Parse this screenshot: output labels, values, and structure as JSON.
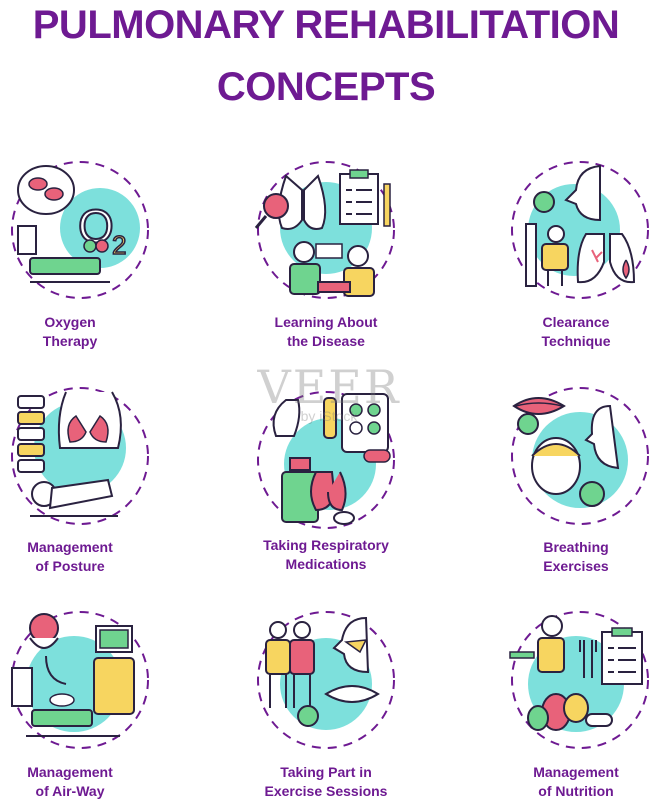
{
  "title": {
    "line1": "PULMONARY REHABILITATION",
    "line2": "CONCEPTS"
  },
  "watermark": {
    "main": "VEER",
    "sub": "by iStock"
  },
  "colors": {
    "purple": "#6e1a92",
    "teal": "#7de0dc",
    "pink": "#e8627a",
    "yellow": "#f7d560",
    "green": "#6fd48f",
    "stroke": "#2a2240"
  },
  "concepts": [
    {
      "line1": "Oxygen",
      "line2": "Therapy",
      "icon": "oxygen-therapy-icon"
    },
    {
      "line1": "Learning About",
      "line2": "the Disease",
      "icon": "learning-disease-icon"
    },
    {
      "line1": "Clearance",
      "line2": "Technique",
      "icon": "clearance-technique-icon"
    },
    {
      "line1": "Management",
      "line2": "of Posture",
      "icon": "posture-icon"
    },
    {
      "line1": "Taking Respiratory",
      "line2": "Medications",
      "icon": "medications-icon"
    },
    {
      "line1": "Breathing",
      "line2": "Exercises",
      "icon": "breathing-icon"
    },
    {
      "line1": "Management",
      "line2": "of Air-Way",
      "icon": "airway-icon"
    },
    {
      "line1": "Taking Part in",
      "line2": "Exercise Sessions",
      "icon": "exercise-icon"
    },
    {
      "line1": "Management",
      "line2": "of Nutrition",
      "icon": "nutrition-icon"
    }
  ]
}
